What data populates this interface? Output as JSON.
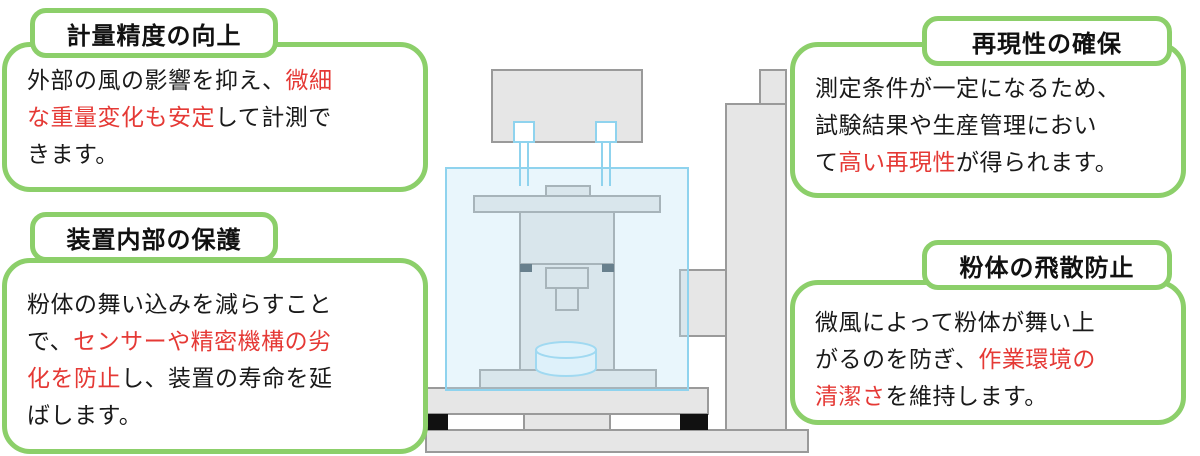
{
  "cards": {
    "top_left": {
      "title": "計量精度の向上",
      "lines": [
        [
          {
            "t": "外部の風の影響を抑え、"
          },
          {
            "t": "微細",
            "hl": true
          }
        ],
        [
          {
            "t": "な重量変化も安定",
            "hl": true
          },
          {
            "t": "して計測で"
          }
        ],
        [
          {
            "t": "きます。"
          }
        ]
      ]
    },
    "bottom_left": {
      "title": "装置内部の保護",
      "lines": [
        [
          {
            "t": "粉体の舞い込みを減らすこと"
          }
        ],
        [
          {
            "t": "で、"
          },
          {
            "t": "センサーや精密機構の劣",
            "hl": true
          }
        ],
        [
          {
            "t": "化を防止",
            "hl": true
          },
          {
            "t": "し、装置の寿命を延"
          }
        ],
        [
          {
            "t": "ばします。"
          }
        ]
      ]
    },
    "top_right": {
      "title": "再現性の確保",
      "lines": [
        [
          {
            "t": "測定条件が一定になるため、"
          }
        ],
        [
          {
            "t": "試験結果や生産管理におい"
          }
        ],
        [
          {
            "t": "て"
          },
          {
            "t": "高い再現性",
            "hl": true
          },
          {
            "t": "が得られます。"
          }
        ]
      ]
    },
    "bottom_right": {
      "title": "粉体の飛散防止",
      "lines": [
        [
          {
            "t": "微風によって粉体が舞い上"
          }
        ],
        [
          {
            "t": "がるのを防ぎ、"
          },
          {
            "t": "作業環境の",
            "hl": true
          }
        ],
        [
          {
            "t": "清潔さ",
            "hl": true
          },
          {
            "t": "を維持します。"
          }
        ]
      ]
    }
  },
  "colors": {
    "card_border": "#8ccf6a",
    "highlight": "#e53935",
    "enclosure": "#8fd3ee",
    "machine_fill": "#e6e6e6",
    "machine_stroke": "#9a9a9a",
    "foot": "#111111"
  }
}
